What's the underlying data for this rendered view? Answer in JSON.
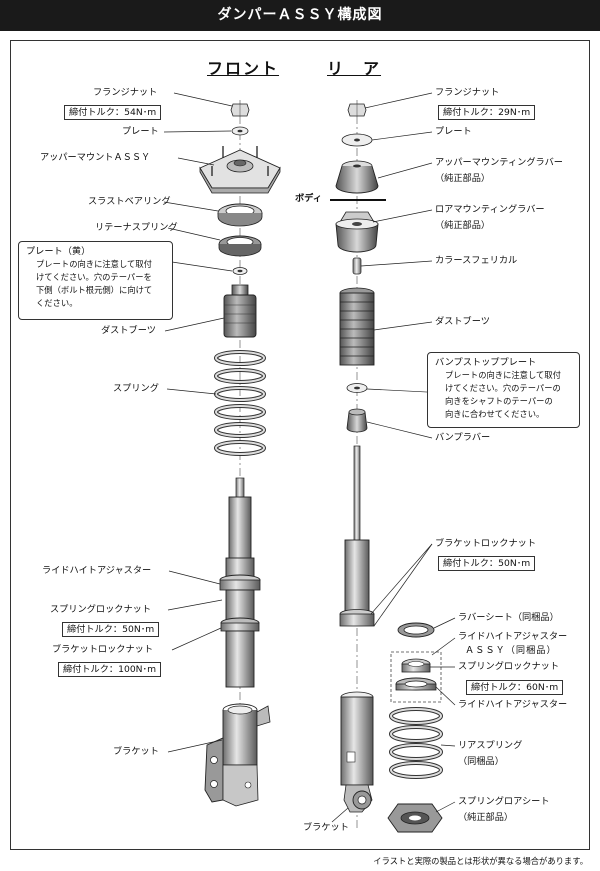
{
  "header": {
    "title": "ダンパーＡＳＳＹ構成図"
  },
  "front": {
    "heading": "フロント",
    "labels": {
      "flange_nut": "フランジナット",
      "flange_nut_torque": "締付トルク：54N･m",
      "plate": "プレート",
      "upper_mount": "アッパーマウントＡＳＳＹ",
      "thrust_bearing": "スラストベアリング",
      "retainer_spring": "リテーナスプリング",
      "dust_boot": "ダストブーツ",
      "spring": "スプリング",
      "ride_height_adjuster": "ライドハイトアジャスター",
      "spring_lock_nut": "スプリングロックナット",
      "spring_lock_nut_torque": "締付トルク：50N･m",
      "bracket_lock_nut": "ブラケットロックナット",
      "bracket_lock_nut_torque": "締付トルク：100N･m",
      "bracket": "ブラケット"
    },
    "note": {
      "title": "プレート（黄）",
      "body": "プレートの向きに注意して取付\nけてください。穴のテーパーを\n下側（ボルト根元側）に向けて\nください。"
    }
  },
  "rear": {
    "heading": "リ　ア",
    "body_label": "ボディ",
    "labels": {
      "flange_nut": "フランジナット",
      "flange_nut_torque": "締付トルク：29N･m",
      "plate": "プレート",
      "upper_mounting_rubber": "アッパーマウンティングラバー",
      "upper_mounting_rubber_note": "（純正部品）",
      "lower_mounting_rubber": "ロアマウンティングラバー",
      "lower_mounting_rubber_note": "（純正部品）",
      "collar_spherical": "カラースフェリカル",
      "dust_boot": "ダストブーツ",
      "bump_rubber": "バンプラバー",
      "bracket_lock_nut": "ブラケットロックナット",
      "bracket_lock_nut_torque": "締付トルク：50N･m",
      "rubber_sheet": "ラバーシート（同梱品）",
      "ride_height_adjuster_assy_1": "ライドハイトアジャスター",
      "ride_height_adjuster_assy_2": "ＡＳＳＹ（同梱品）",
      "spring_lock_nut": "スプリングロックナット",
      "spring_lock_nut_torque": "締付トルク：60N･m",
      "ride_height_adjuster": "ライドハイトアジャスター",
      "rear_spring": "リアスプリング",
      "rear_spring_note": "（同梱品）",
      "spring_lower_seat": "スプリングロアシート",
      "spring_lower_seat_note": "（純正部品）",
      "bracket": "ブラケット"
    },
    "note": {
      "title": "バンプストッププレート",
      "body": "プレートの向きに注意して取付\nけてください。穴のテーパーの\n向きをシャフトのテーパーの\n向きに合わせてください。"
    }
  },
  "footnote": "イラストと実際の製品とは形状が異なる場合があります。"
}
